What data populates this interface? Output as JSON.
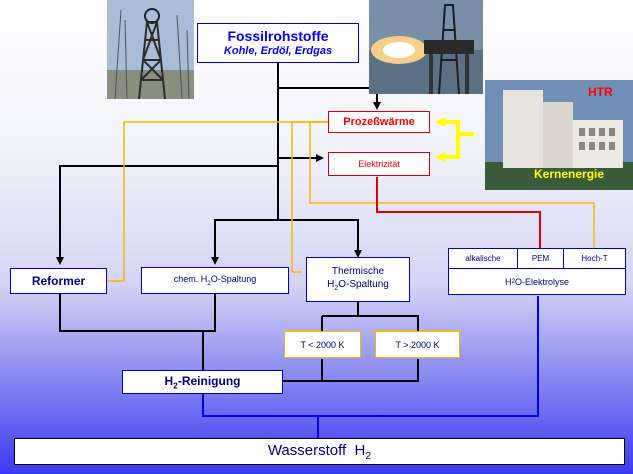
{
  "nodes": {
    "fossil_title": "Fossilrohstoffe",
    "fossil_sub": "Kohle, Erdöl, Erdgas",
    "prozesswaerme": "Prozeßwärme",
    "elektrizitaet": "Elektrizität",
    "htr": "HTR",
    "kernenergie": "Kernenergie",
    "reformer": "Reformer",
    "chem_prefix": "chem. H",
    "chem_sub": "2",
    "chem_suffix": "O-Spaltung",
    "thermische_line1": "Thermische",
    "thermische_prefix": "H",
    "thermische_sub": "2",
    "thermische_suffix": "O-Spaltung",
    "elektrolyse_alk": "alkalische",
    "elektrolyse_pem": "PEM",
    "elektrolyse_hoch": "Hoch-T",
    "elektrolyse_prefix": "H",
    "elektrolyse_sub": "2",
    "elektrolyse_suffix": "O-Elektrolyse",
    "t_low": "T < 2000 K",
    "t_high": "T > 2000 K",
    "reinigung_prefix": "H",
    "reinigung_sub": "2",
    "reinigung_suffix": "-Reinigung",
    "wasserstoff_prefix": "Wasserstoff  H",
    "wasserstoff_sub": "2"
  },
  "colors": {
    "fossil_line": "#000000",
    "heat_line": "#f5b800",
    "electric_line": "#e00000",
    "hydrogen_line": "#0000ff",
    "box_border": "#0000cc"
  }
}
